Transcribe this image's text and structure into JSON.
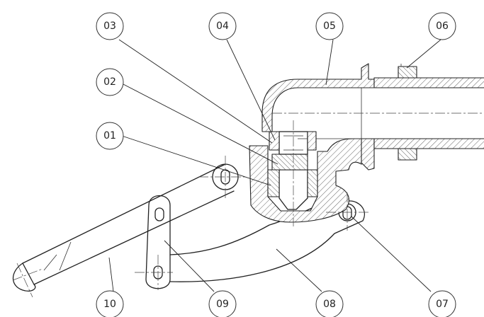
{
  "callouts": [
    {
      "id": "c01",
      "label": "01"
    },
    {
      "id": "c02",
      "label": "02"
    },
    {
      "id": "c03",
      "label": "03"
    },
    {
      "id": "c04",
      "label": "04"
    },
    {
      "id": "c05",
      "label": "05"
    },
    {
      "id": "c06",
      "label": "06"
    },
    {
      "id": "c07",
      "label": "07"
    },
    {
      "id": "c08",
      "label": "08"
    },
    {
      "id": "c09",
      "label": "09"
    },
    {
      "id": "c10",
      "label": "10"
    }
  ]
}
